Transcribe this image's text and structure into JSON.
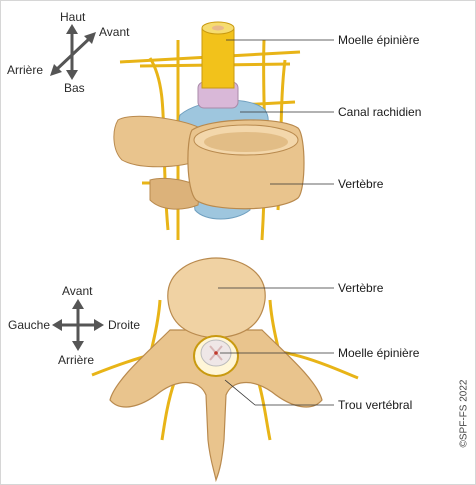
{
  "top_view": {
    "compass": {
      "up": "Haut",
      "front": "Avant",
      "back": "Arrière",
      "down": "Bas"
    },
    "labels": {
      "spinal_cord": "Moelle épinière",
      "spinal_canal": "Canal rachidien",
      "vertebra": "Vertèbre"
    }
  },
  "bottom_view": {
    "compass": {
      "front": "Avant",
      "left": "Gauche",
      "right": "Droite",
      "back": "Arrière"
    },
    "labels": {
      "vertebra": "Vertèbre",
      "spinal_cord": "Moelle épinière",
      "foramen": "Trou vertébral"
    }
  },
  "credit": "©SPF-FS 2022",
  "colors": {
    "bone": "#e9c48d",
    "bone_shadow": "#c9975a",
    "nerve": "#f2c21b",
    "canal": "#9ec6de",
    "disc": "#d9b8d8"
  }
}
